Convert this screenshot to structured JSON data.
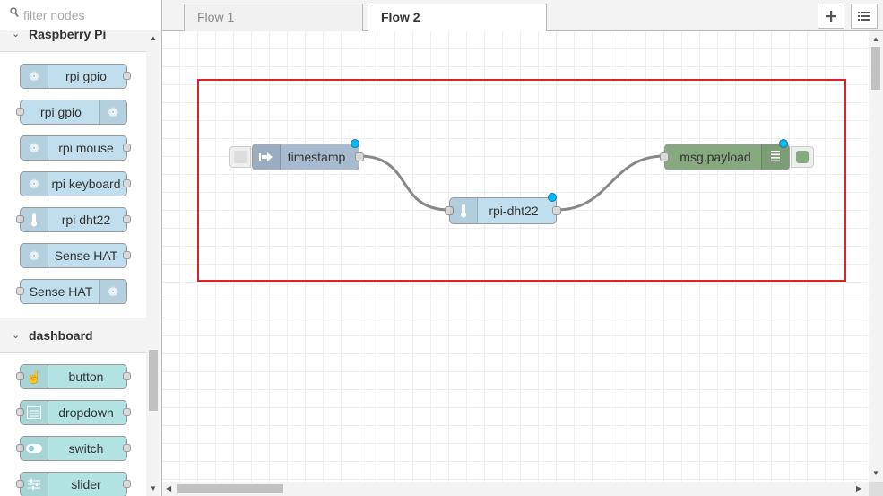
{
  "palette": {
    "filter_placeholder": "filter nodes",
    "categories": [
      {
        "name": "Raspberry Pi",
        "nodes": [
          {
            "label": "rpi gpio",
            "icon": "raspberry-icon",
            "color": "#c0deed"
          },
          {
            "label": "rpi gpio",
            "icon": "raspberry-icon",
            "color": "#c0deed"
          },
          {
            "label": "rpi mouse",
            "icon": "raspberry-icon",
            "color": "#c0deed"
          },
          {
            "label": "rpi keyboard",
            "icon": "raspberry-icon",
            "color": "#c0deed"
          },
          {
            "label": "rpi dht22",
            "icon": "thermometer-icon",
            "color": "#c0deed"
          },
          {
            "label": "Sense HAT",
            "icon": "raspberry-icon",
            "color": "#c0deed"
          },
          {
            "label": "Sense HAT",
            "icon": "raspberry-icon",
            "color": "#c0deed"
          }
        ]
      },
      {
        "name": "dashboard",
        "nodes": [
          {
            "label": "button",
            "icon": "hand-pointer-icon",
            "color": "#b2e3e3"
          },
          {
            "label": "dropdown",
            "icon": "list-icon",
            "color": "#b2e3e3"
          },
          {
            "label": "switch",
            "icon": "toggle-icon",
            "color": "#b2e3e3"
          },
          {
            "label": "slider",
            "icon": "sliders-icon",
            "color": "#b2e3e3"
          }
        ]
      }
    ]
  },
  "tabs": [
    {
      "label": "Flow 1",
      "active": false
    },
    {
      "label": "Flow 2",
      "active": true
    }
  ],
  "toolbar": {
    "add_icon": "plus-icon",
    "menu_icon": "list-menu-icon"
  },
  "flow": {
    "nodes": [
      {
        "id": "n1",
        "label": "timestamp",
        "type": "inject",
        "color": "#a6bbcf"
      },
      {
        "id": "n2",
        "label": "rpi-dht22",
        "type": "rpi-dht22",
        "color": "#c0deed"
      },
      {
        "id": "n3",
        "label": "msg.payload",
        "type": "debug",
        "color": "#87a980"
      }
    ],
    "wires": [
      [
        "n1",
        "n2"
      ],
      [
        "n2",
        "n3"
      ]
    ]
  },
  "colors": {
    "highlight": "#d9222d",
    "changed_dot": "#00bcff"
  }
}
